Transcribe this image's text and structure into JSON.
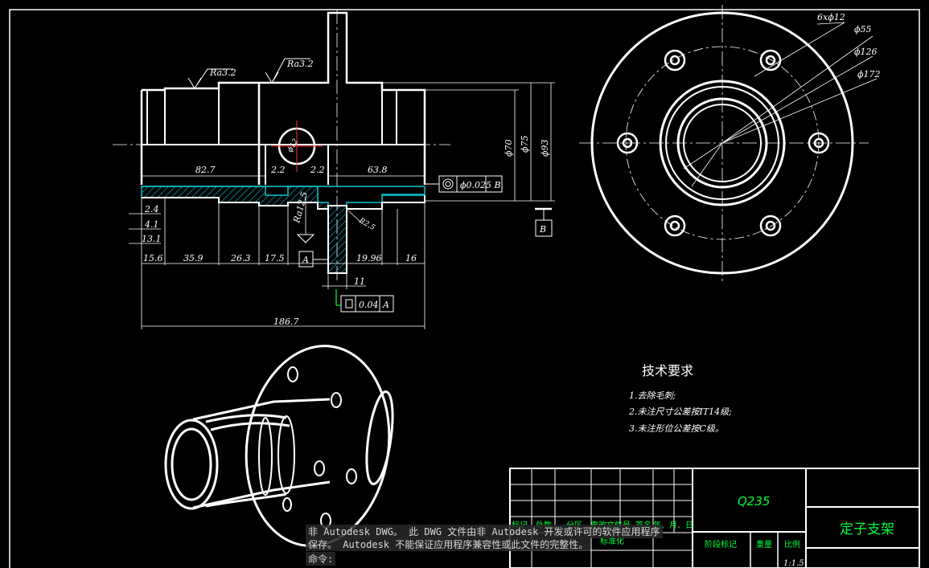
{
  "drawing": {
    "section_dims": {
      "d1": "82.7",
      "d2": "2.2",
      "d3": "2.2",
      "d4": "63.8",
      "l1": "2.4",
      "l2": "4.1",
      "l3": "13.1",
      "b1": "15.6",
      "b2": "35.9",
      "b3": "26.3",
      "b4": "17.5",
      "b5": "19.96",
      "b6": "16",
      "overall": "186.7",
      "flange_thk": "11",
      "phi_inner": "ϕ70",
      "phi_mid": "ϕ75",
      "phi_outer": "ϕ93",
      "ra1": "Ra3.2",
      "ra2": "Ra3.2",
      "ra3": "Ra12.5",
      "hole": "ϕ12",
      "fillet": "R2.5"
    },
    "tolerance_runout": "ϕ0.025 B",
    "tolerance_flat": "0.04",
    "datum_a": "A",
    "datum_b": "B",
    "front_view": {
      "holes": "6xϕ12",
      "d55": "ϕ55",
      "d126": "ϕ126",
      "d172": "ϕ172"
    },
    "tech_req": {
      "title": "技术要求",
      "items": [
        "1.去除毛刺;",
        "2.未注尺寸公差按IT14级;",
        "3.未注形位公差按C级。"
      ]
    },
    "title_block": {
      "material": "Q235",
      "part_name": "定子支架",
      "row_labels": [
        "标记",
        "处数",
        "分区",
        "更改文件号",
        "签名",
        "年、月、日"
      ],
      "standardize": "标准化",
      "stage_mark": "阶段标记",
      "weight": "重量",
      "scale_label": "比例",
      "scale_value": "1:1.5"
    }
  },
  "command": {
    "line1": "非 Autodesk DWG。  此 DWG 文件由非 Autodesk 开发或许可的软件应用程序",
    "line2": "保存。  Autodesk 不能保证应用程序兼容性或此文件的完整性。",
    "prompt": "命令:"
  },
  "colors": {
    "background": "#000000",
    "lines": "#ffffff",
    "title_text": "#00ff3c",
    "hatch": "#00c8d0",
    "center": "#ff3030"
  }
}
